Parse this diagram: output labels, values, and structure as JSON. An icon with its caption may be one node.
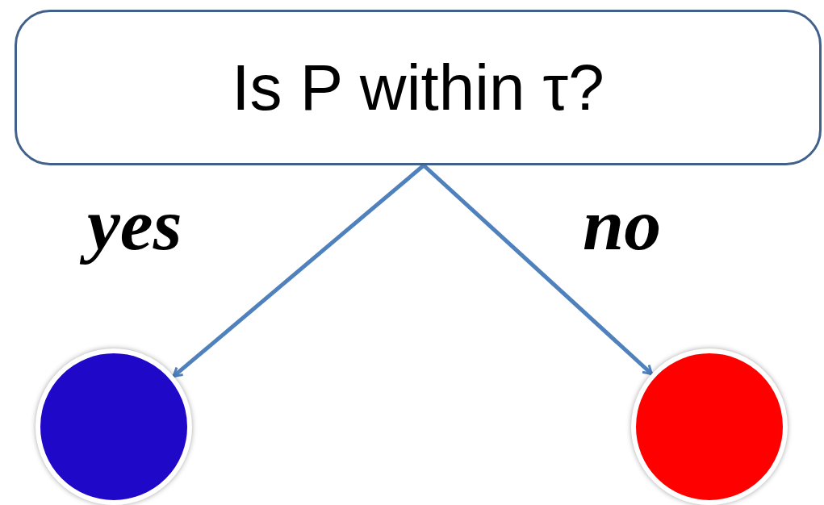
{
  "diagram": {
    "nodes": [
      {
        "text": [
          "Is P within τ?"
        ]
      },
      {
        "text": [],
        "shape": "circle"
      },
      {
        "text": [],
        "shape": "circle"
      }
    ],
    "edges": [
      {
        "from": 0,
        "to": 1,
        "arrow": "to",
        "label": "yes"
      },
      {
        "from": 0,
        "to": 2,
        "arrow": "to",
        "label": "no"
      }
    ]
  }
}
